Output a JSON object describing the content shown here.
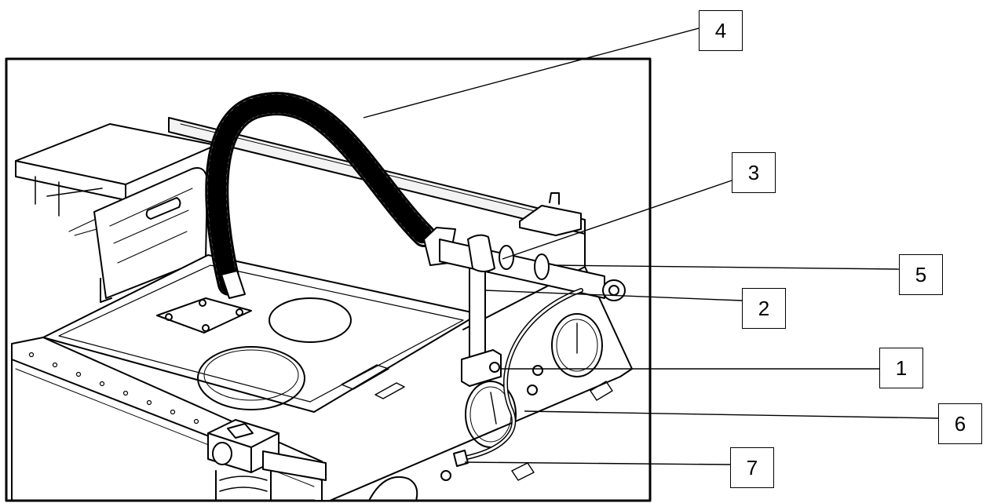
{
  "callouts": [
    {
      "label": "4"
    },
    {
      "label": "3"
    },
    {
      "label": "5"
    },
    {
      "label": "2"
    },
    {
      "label": "1"
    },
    {
      "label": "6"
    },
    {
      "label": "7"
    }
  ],
  "colors": {
    "ink": "#000000",
    "paper": "#ffffff",
    "light_fill": "#f3f3f3"
  }
}
